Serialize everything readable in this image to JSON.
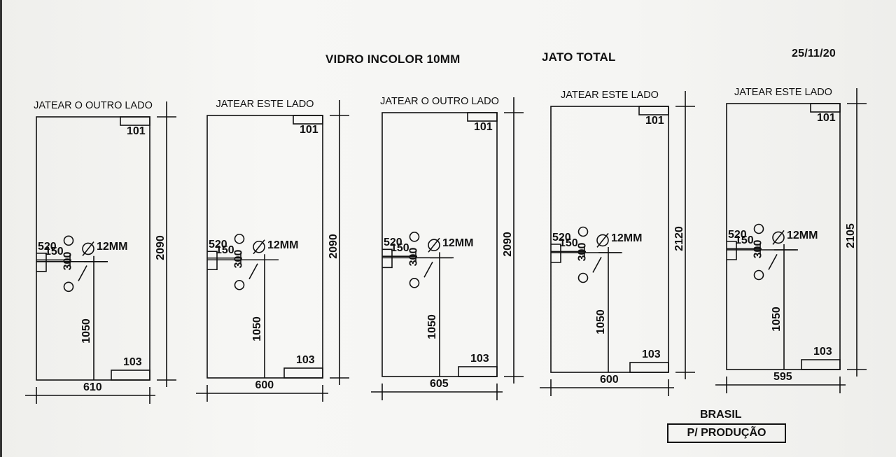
{
  "header": {
    "material": "VIDRO INCOLOR 10MM",
    "process": "JATO TOTAL",
    "date": "25/11/20"
  },
  "hole_label": "12MM",
  "panels": [
    {
      "side": "JATEAR O OUTRO LADO",
      "top_code": "101",
      "bottom_code": "103",
      "width": "610",
      "height": "2090",
      "offset_x": "150",
      "offset_y": "520",
      "hole_spacing": "300",
      "handle_height": "1050"
    },
    {
      "side": "JATEAR ESTE LADO",
      "top_code": "101",
      "bottom_code": "103",
      "width": "600",
      "height": "2090",
      "offset_x": "150",
      "offset_y": "520",
      "hole_spacing": "300",
      "handle_height": "1050"
    },
    {
      "side": "JATEAR O OUTRO LADO",
      "top_code": "101",
      "bottom_code": "103",
      "width": "605",
      "height": "2090",
      "offset_x": "150",
      "offset_y": "520",
      "hole_spacing": "300",
      "handle_height": "1050"
    },
    {
      "side": "JATEAR ESTE LADO",
      "top_code": "101",
      "bottom_code": "103",
      "width": "600",
      "height": "2120",
      "offset_x": "150",
      "offset_y": "520",
      "hole_spacing": "300",
      "handle_height": "1050"
    },
    {
      "side": "JATEAR ESTE LADO",
      "top_code": "101",
      "bottom_code": "103",
      "width": "595",
      "height": "2105",
      "offset_x": "150",
      "offset_y": "520",
      "hole_spacing": "300",
      "handle_height": "1050"
    }
  ],
  "footer": {
    "country": "BRASIL",
    "stamp": "P/ PRODUÇÃO"
  }
}
